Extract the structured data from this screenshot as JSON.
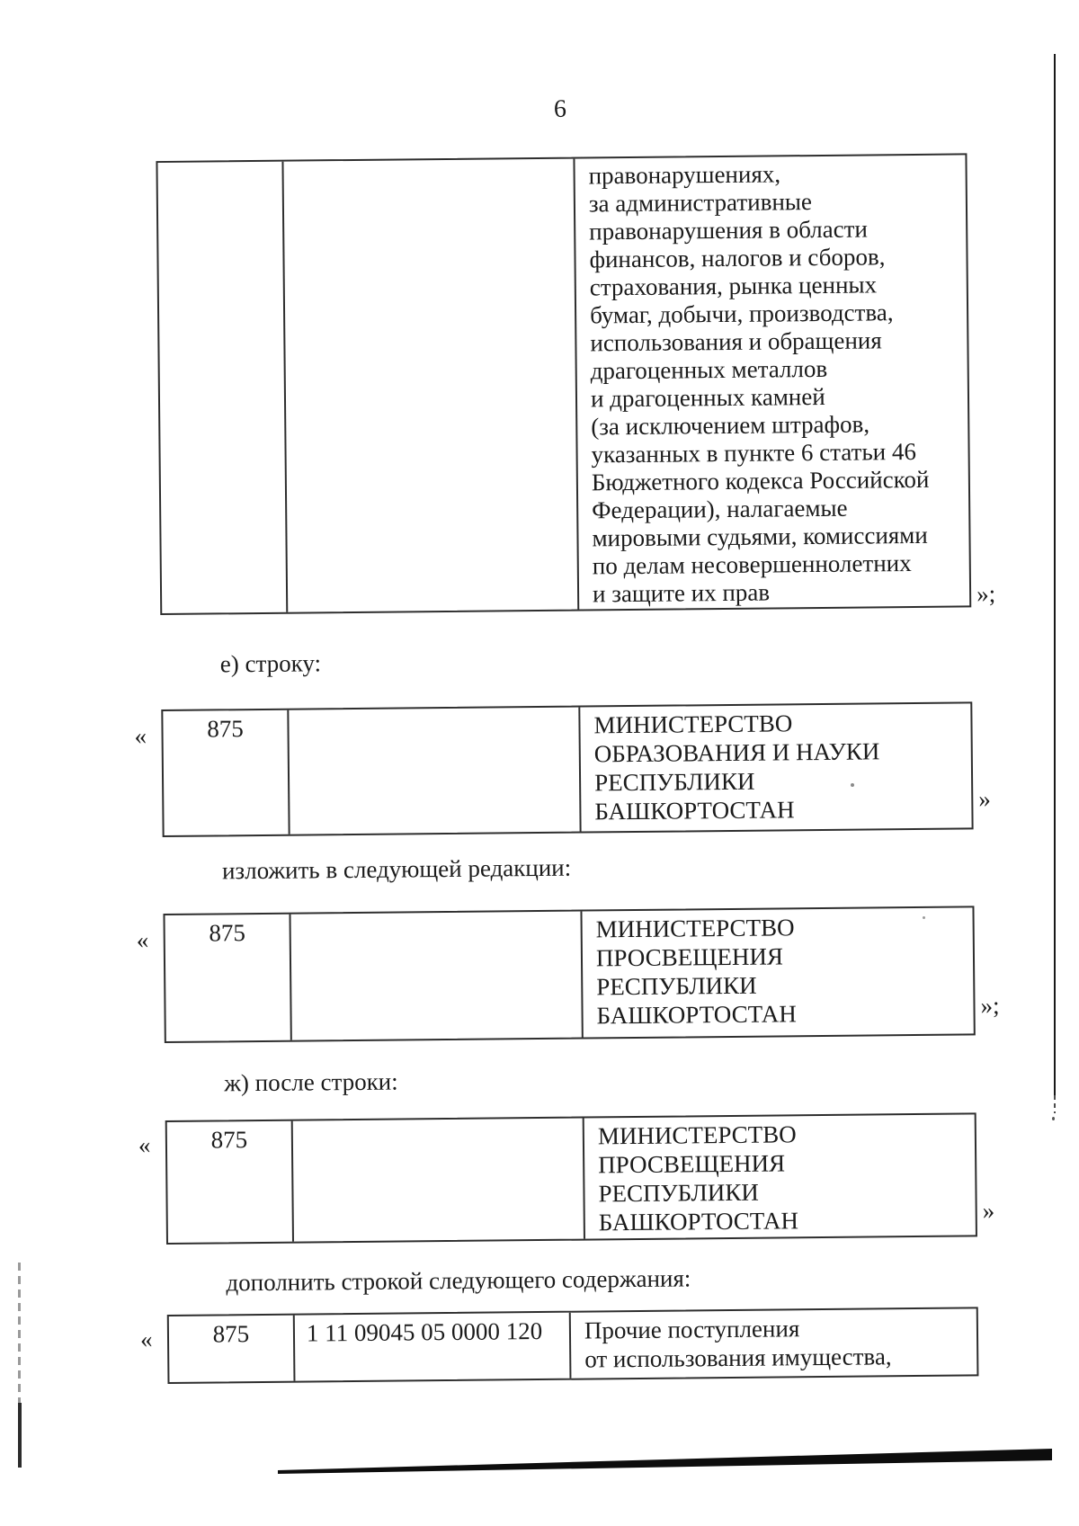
{
  "page": {
    "number": "6"
  },
  "labels": {
    "item_e": "е) строку:",
    "redaction": "изложить в следующей редакции:",
    "item_zh": "ж) после строки:",
    "append": "дополнить строкой следующего содержания:"
  },
  "tables": [
    {
      "name": "continuation-row",
      "opening": "",
      "col1": "",
      "col2": "",
      "col3_lines": [
        "правонарушениях,",
        "за административные",
        "правонарушения в области",
        "финансов, налогов и сборов,",
        "страхования, рынка ценных",
        "бумаг, добычи, производства,",
        "использования и обращения",
        "драгоценных металлов",
        "и драгоценных камней",
        "(за исключением штрафов,",
        "указанных в пункте 6 статьи 46",
        "Бюджетного кодекса Российской",
        "Федерации), налагаемые",
        "мировыми судьями, комиссиями",
        "по делам несовершеннолетних",
        "и защите их прав"
      ],
      "closing": "»;"
    },
    {
      "name": "row-before-edit",
      "opening": "«",
      "col1": "875",
      "col2": "",
      "col3_lines": [
        "МИНИСТЕРСТВО",
        "ОБРАЗОВАНИЯ И НАУКИ",
        "РЕСПУБЛИКИ",
        "БАШКОРТОСТАН"
      ],
      "closing": "»"
    },
    {
      "name": "row-new-edition",
      "opening": "«",
      "col1": "875",
      "col2": "",
      "col3_lines": [
        "МИНИСТЕРСТВО",
        "ПРОСВЕЩЕНИЯ",
        "РЕСПУБЛИКИ",
        "БАШКОРТОСТАН"
      ],
      "closing": "»;"
    },
    {
      "name": "row-after-which",
      "opening": "«",
      "col1": "875",
      "col2": "",
      "col3_lines": [
        "МИНИСТЕРСТВО",
        "ПРОСВЕЩЕНИЯ",
        "РЕСПУБЛИКИ",
        "БАШКОРТОСТАН"
      ],
      "closing": "»"
    },
    {
      "name": "row-added",
      "opening": "«",
      "col1": "875",
      "col2": "1 11 09045 05 0000 120",
      "col3_lines": [
        "Прочие поступления",
        "от использования имущества,"
      ],
      "closing": ""
    }
  ]
}
